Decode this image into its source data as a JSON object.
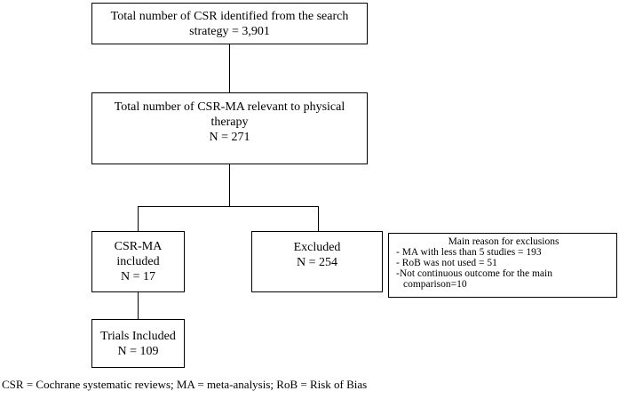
{
  "boxes": {
    "search": {
      "line1": "Total number of CSR identified from the search",
      "line2": "strategy = 3,901"
    },
    "relevant": {
      "line1": "Total number of CSR-MA relevant to physical",
      "line2": "therapy",
      "line3": "N = 271"
    },
    "included": {
      "line1": "CSR-MA",
      "line2": "included",
      "line3": "N = 17"
    },
    "excluded": {
      "line1": "Excluded",
      "line2": "N = 254"
    },
    "trials": {
      "line1": "Trials Included",
      "line2": "N = 109"
    },
    "reasons": {
      "title": "Main reason for exclusions",
      "items": [
        "- MA with less than 5 studies = 193",
        "- RoB was not used = 51",
        "-Not continuous outcome for the main",
        "comparison=10"
      ]
    }
  },
  "footnote": "CSR = Cochrane systematic reviews; MA = meta-analysis; RoB = Risk of Bias"
}
